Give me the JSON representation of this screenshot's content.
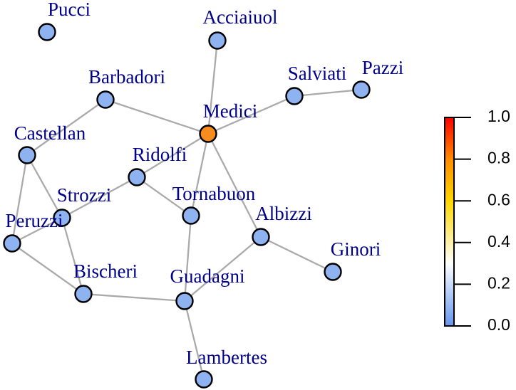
{
  "graph": {
    "nodes": [
      {
        "id": "Pucci",
        "label": "Pucci",
        "value": 0.0
      },
      {
        "id": "Acciaiuol",
        "label": "Acciaiuol",
        "value": 0.0
      },
      {
        "id": "Salviati",
        "label": "Salviati",
        "value": 0.0
      },
      {
        "id": "Pazzi",
        "label": "Pazzi",
        "value": 0.0
      },
      {
        "id": "Barbadori",
        "label": "Barbadori",
        "value": 0.0
      },
      {
        "id": "Medici",
        "label": "Medici",
        "value": 0.85
      },
      {
        "id": "Castellan",
        "label": "Castellan",
        "value": 0.0
      },
      {
        "id": "Ridolfi",
        "label": "Ridolfi",
        "value": 0.0
      },
      {
        "id": "Strozzi",
        "label": "Strozzi",
        "value": 0.0
      },
      {
        "id": "Tornabuon",
        "label": "Tornabuon",
        "value": 0.0
      },
      {
        "id": "Albizzi",
        "label": "Albizzi",
        "value": 0.0
      },
      {
        "id": "Peruzzi",
        "label": "Peruzzi",
        "value": 0.0
      },
      {
        "id": "Ginori",
        "label": "Ginori",
        "value": 0.0
      },
      {
        "id": "Bischeri",
        "label": "Bischeri",
        "value": 0.0
      },
      {
        "id": "Guadagni",
        "label": "Guadagni",
        "value": 0.0
      },
      {
        "id": "Lambertes",
        "label": "Lambertes",
        "value": 0.0
      }
    ],
    "edges": [
      [
        "Acciaiuol",
        "Medici"
      ],
      [
        "Salviati",
        "Pazzi"
      ],
      [
        "Medici",
        "Salviati"
      ],
      [
        "Barbadori",
        "Medici"
      ],
      [
        "Barbadori",
        "Castellan"
      ],
      [
        "Medici",
        "Tornabuon"
      ],
      [
        "Medici",
        "Albizzi"
      ],
      [
        "Medici",
        "Ridolfi"
      ],
      [
        "Castellan",
        "Peruzzi"
      ],
      [
        "Castellan",
        "Strozzi"
      ],
      [
        "Ridolfi",
        "Strozzi"
      ],
      [
        "Ridolfi",
        "Tornabuon"
      ],
      [
        "Strozzi",
        "Peruzzi"
      ],
      [
        "Strozzi",
        "Bischeri"
      ],
      [
        "Peruzzi",
        "Bischeri"
      ],
      [
        "Tornabuon",
        "Guadagni"
      ],
      [
        "Albizzi",
        "Guadagni"
      ],
      [
        "Albizzi",
        "Ginori"
      ],
      [
        "Bischeri",
        "Guadagni"
      ],
      [
        "Guadagni",
        "Lambertes"
      ]
    ]
  },
  "colorbar": {
    "min": 0.0,
    "max": 1.0,
    "ticks": [
      {
        "value": 0.0,
        "label": "0.0"
      },
      {
        "value": 0.2,
        "label": "0.2"
      },
      {
        "value": 0.4,
        "label": "0.4"
      },
      {
        "value": 0.6,
        "label": "0.6"
      },
      {
        "value": 0.8,
        "label": "0.8"
      },
      {
        "value": 1.0,
        "label": "1.0"
      }
    ],
    "gradient": [
      {
        "value": 0.0,
        "color": "#6495ed"
      },
      {
        "value": 0.3,
        "color": "#ffffff"
      },
      {
        "value": 0.6,
        "color": "#ffd700"
      },
      {
        "value": 0.8,
        "color": "#ff8c00"
      },
      {
        "value": 1.0,
        "color": "#ff0000"
      }
    ]
  },
  "colors": {
    "node_low": "#8fb2f0",
    "node_high": "#f58c1e",
    "edge": "#aaaaaa",
    "label": "#00008b"
  }
}
